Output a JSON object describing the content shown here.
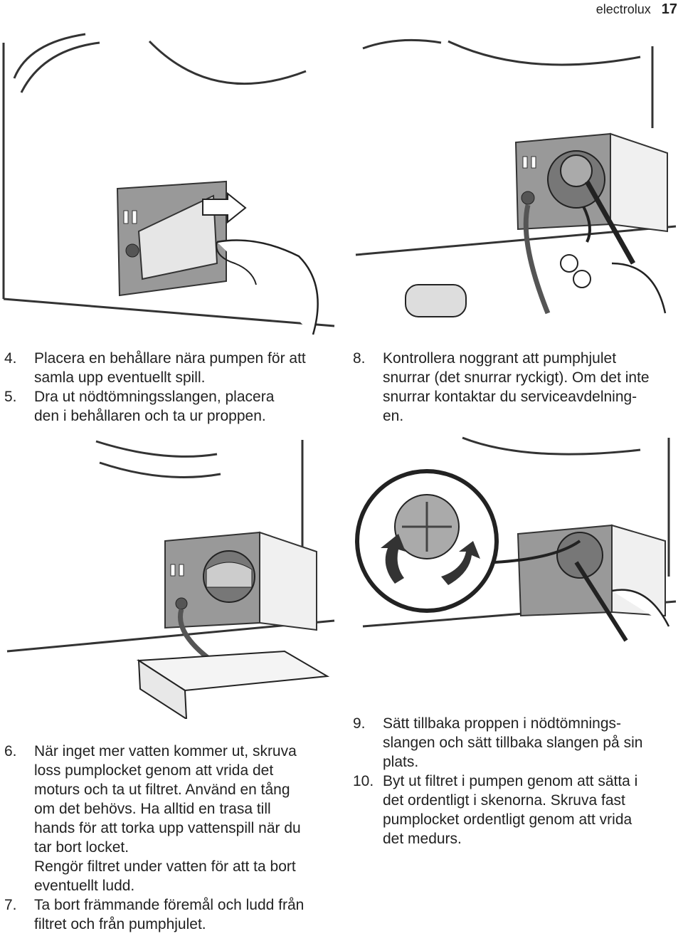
{
  "header": {
    "brand": "electrolux",
    "page_number": "17"
  },
  "steps": [
    {
      "num": "4.",
      "text": "Placera en behållare nära pumpen för att\nsamla upp eventuellt spill."
    },
    {
      "num": "5.",
      "text": "Dra ut nödtömningsslangen, placera\nden i behållaren och ta ur proppen."
    },
    {
      "num": "8.",
      "text": "Kontrollera noggrant att pumphjulet\nsnurrar (det snurrar ryckigt). Om det inte\nsnurrar kontaktar du serviceavdelning-\nen."
    },
    {
      "num": "6.",
      "text": "När inget mer vatten kommer ut, skruva\nloss pumplocket genom att vrida det\nmoturs och ta ut filtret. Använd en tång\nom det behövs. Ha alltid en trasa till\nhands för att torka upp vattenspill när du\ntar bort locket.\nRengör filtret under vatten för att ta bort\neventuellt ludd."
    },
    {
      "num": "7.",
      "text": "Ta bort främmande föremål och ludd från\nfiltret och från pumphjulet."
    },
    {
      "num": "9.",
      "text": "Sätt tillbaka proppen i nödtömnings-\nslangen och sätt tillbaka slangen på sin\nplats."
    },
    {
      "num": "10.",
      "text": "Byt ut filtret i pumpen genom att sätta i\ndet ordentligt i skenorna. Skruva fast\npumplocket ordentligt genom att vrida\ndet medurs."
    }
  ]
}
